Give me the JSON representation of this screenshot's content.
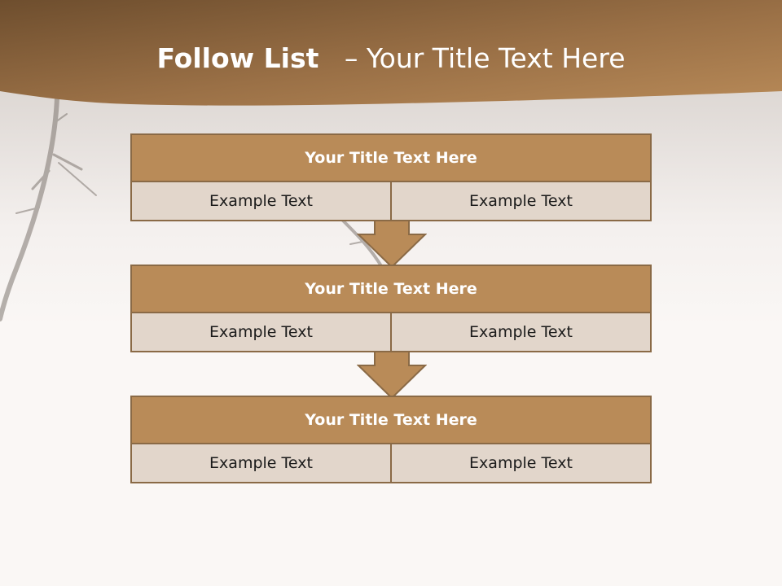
{
  "title": {
    "bold": "Follow List",
    "separator": "–",
    "rest": "Your Title Text Here"
  },
  "colors": {
    "header_band": "#9a7046",
    "block_header": "#b98b58",
    "block_cell": "#e2d6cb",
    "block_border": "#8a6a46",
    "background": "#faf7f5"
  },
  "blocks": [
    {
      "header": "Your Title Text Here",
      "left": "Example Text",
      "right": "Example Text"
    },
    {
      "header": "Your Title Text Here",
      "left": "Example Text",
      "right": "Example Text"
    },
    {
      "header": "Your Title Text Here",
      "left": "Example Text",
      "right": "Example Text"
    }
  ]
}
